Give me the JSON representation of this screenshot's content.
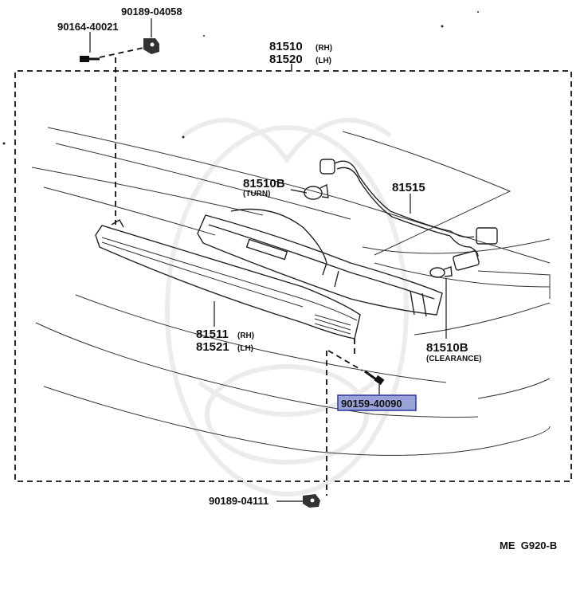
{
  "labels": {
    "clip_top": "90189-04058",
    "screw_top": "90164-40021",
    "lamp_assy_rh": "81510",
    "lamp_assy_rh_side": "(RH)",
    "lamp_assy_lh": "81520",
    "lamp_assy_lh_side": "(LH)",
    "turn_bulb": "81510B",
    "turn_bulb_note": "(TURN)",
    "socket_wire": "81515",
    "lens_rh": "81511",
    "lens_rh_side": "(RH)",
    "lens_lh": "81521",
    "lens_lh_side": "(LH)",
    "clearance_bulb": "81510B",
    "clearance_bulb_note": "(CLEARANCE)",
    "screw_highlighted": "90159-40090",
    "clip_bottom": "90189-04111",
    "figure_code": "ME  G920-B"
  },
  "colors": {
    "highlight_fill": "#9aa3d8",
    "highlight_stroke": "#2a36a0",
    "ink": "#111111"
  }
}
